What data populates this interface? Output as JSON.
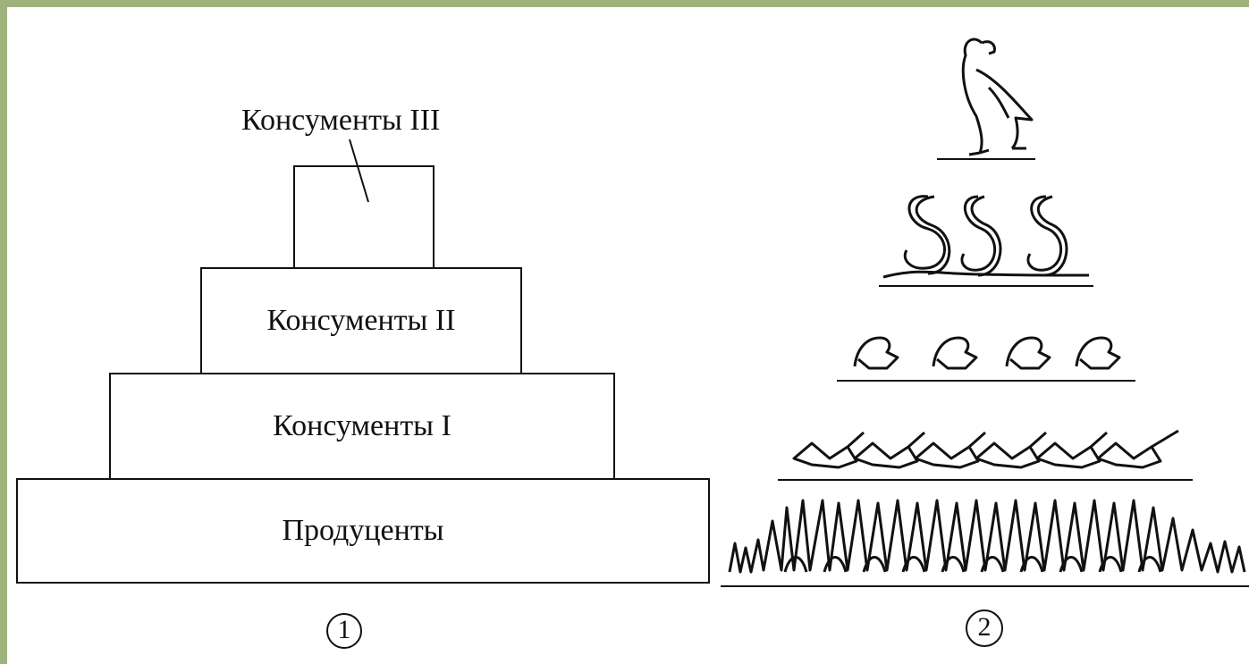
{
  "pyramid1": {
    "tiers": [
      {
        "label": "Консументы III"
      },
      {
        "label": "Консументы II"
      },
      {
        "label": "Консументы I"
      },
      {
        "label": "Продуценты"
      }
    ],
    "number": "1"
  },
  "pyramid2": {
    "levels": [
      {
        "icon": "eagle-icon",
        "count": 1
      },
      {
        "icon": "snake-icon",
        "count": 3
      },
      {
        "icon": "frog-icon",
        "count": 4
      },
      {
        "icon": "grasshopper-icon",
        "count": 6
      },
      {
        "icon": "grass-icon",
        "count": 1
      }
    ],
    "number": "2"
  }
}
